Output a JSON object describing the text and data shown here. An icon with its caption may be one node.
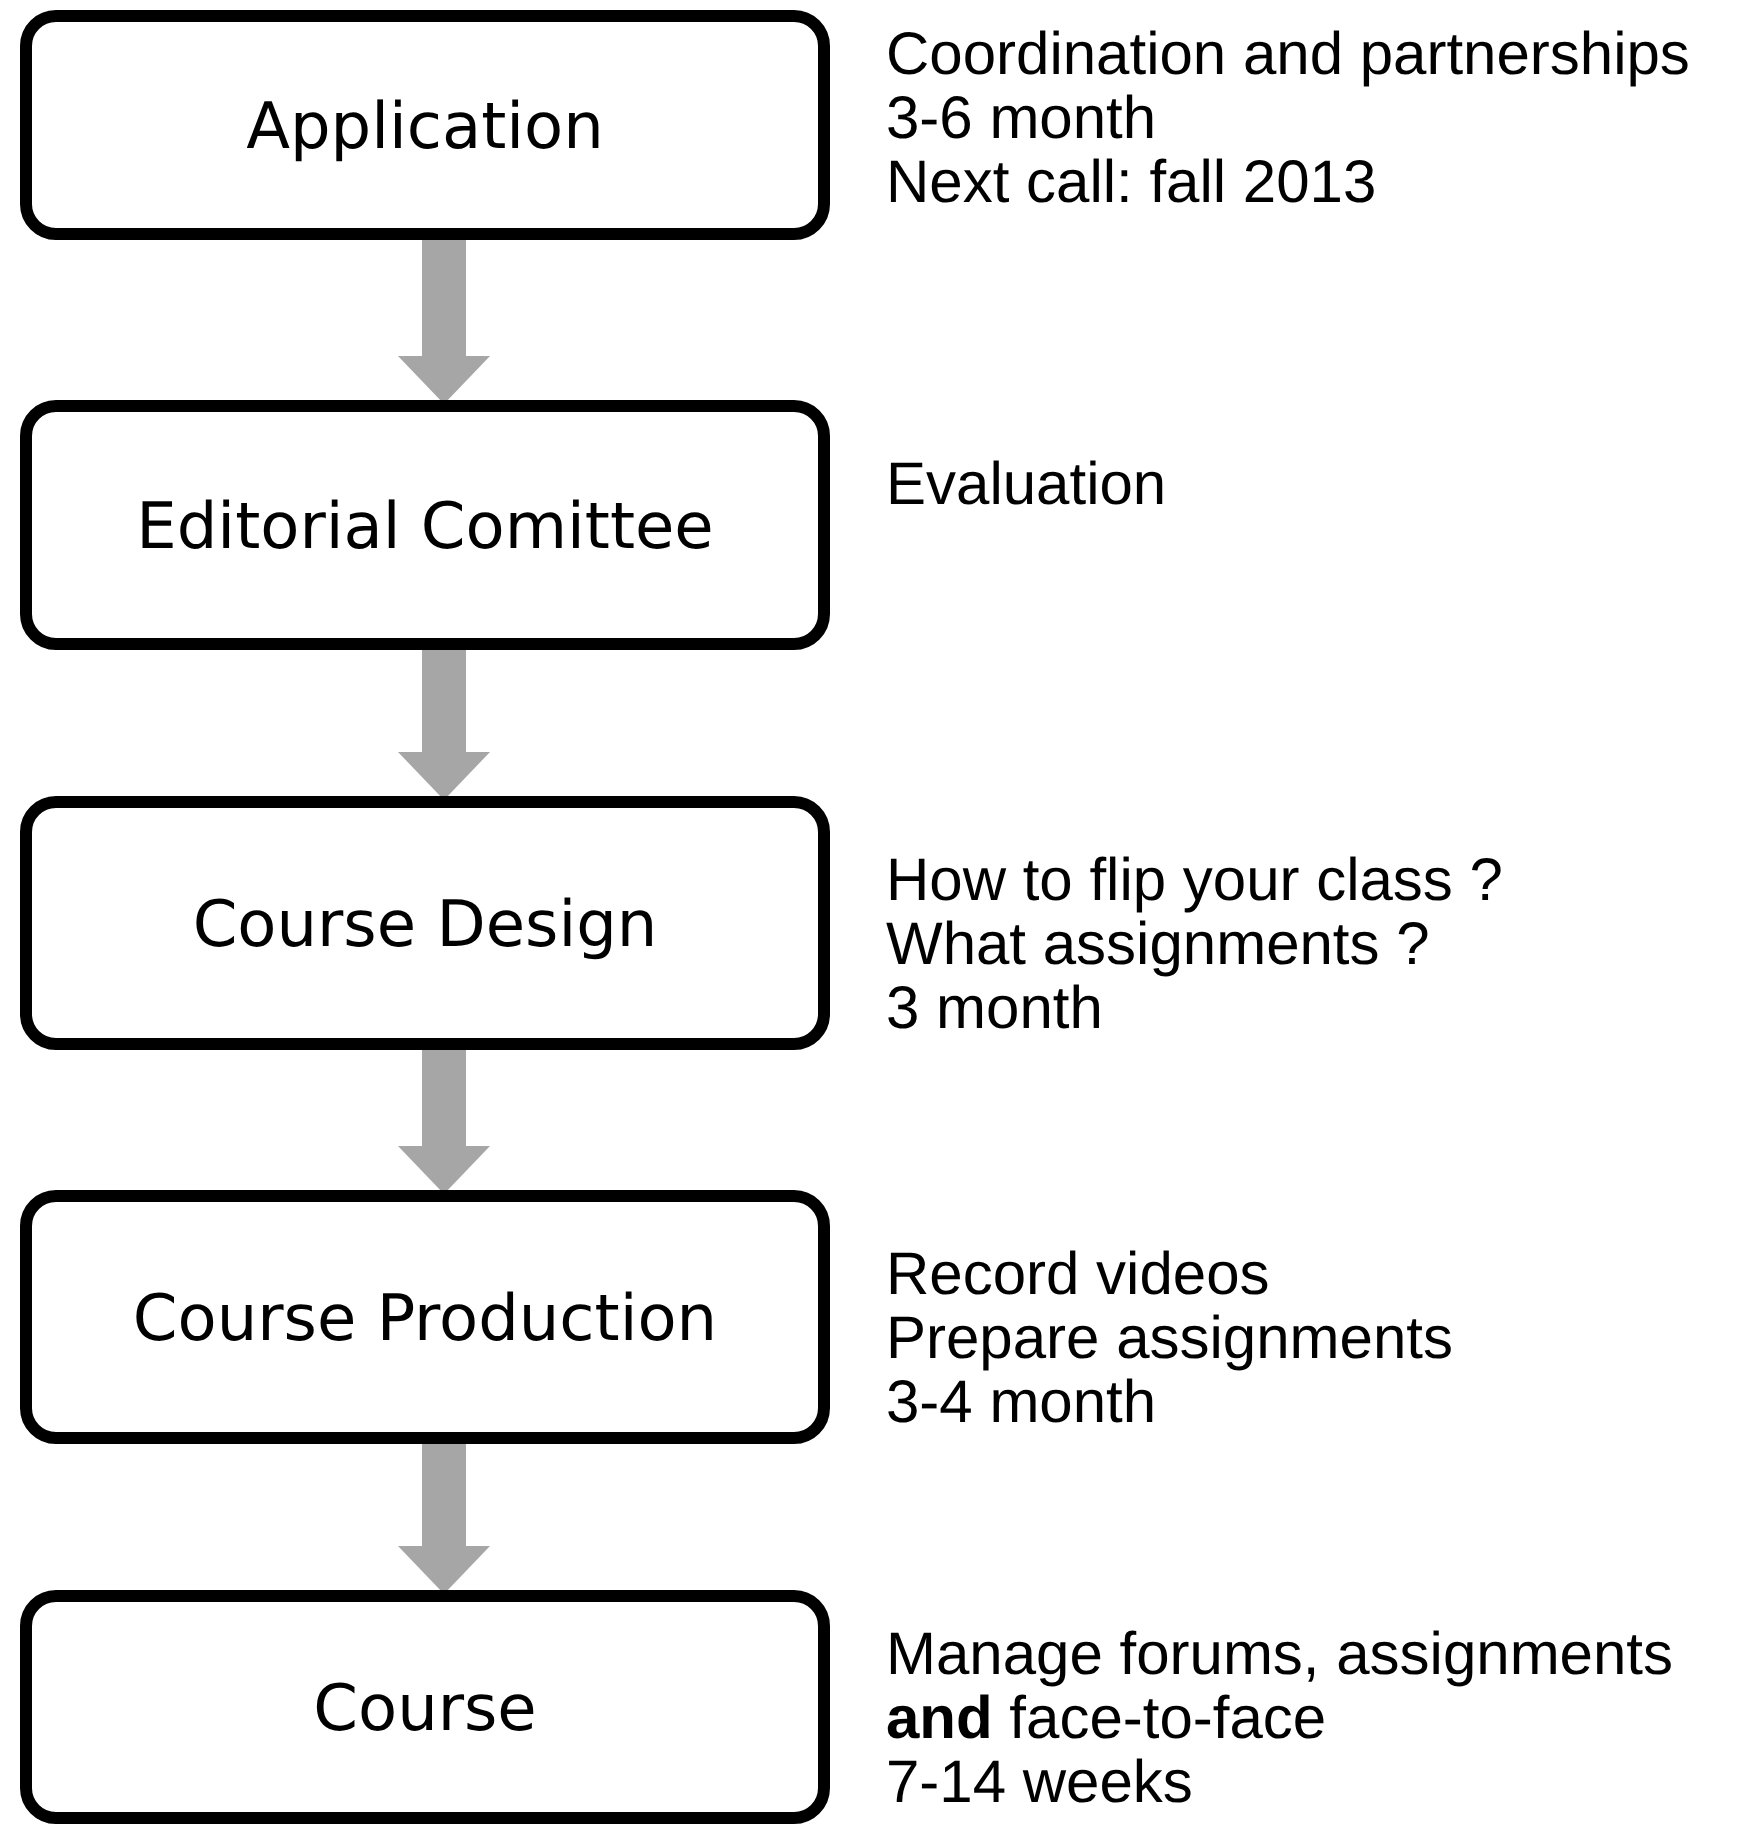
{
  "diagram": {
    "nodes": [
      {
        "text": [
          "Application"
        ],
        "beside": [
          "Coordination and partnerships",
          "3-6 month",
          "Next call: fall 2013"
        ]
      },
      {
        "text": [
          "Editorial Comittee"
        ],
        "beside": [
          "Evaluation"
        ]
      },
      {
        "text": [
          "Course Design"
        ],
        "beside": [
          "How to flip your class ?",
          "What assignments ?",
          "3 month"
        ]
      },
      {
        "text": [
          "Course Production"
        ],
        "beside": [
          "Record videos",
          "Prepare assignments",
          "3-4 month"
        ]
      },
      {
        "text": [
          "Course"
        ],
        "beside": [
          "Manage forums, assignments **and** face-to-face",
          "7-14 weeks"
        ]
      }
    ],
    "edges": [
      {
        "from": 0,
        "to": 1,
        "arrow": "to"
      },
      {
        "from": 1,
        "to": 2,
        "arrow": "to"
      },
      {
        "from": 2,
        "to": 3,
        "arrow": "to"
      },
      {
        "from": 3,
        "to": 4,
        "arrow": "to"
      }
    ]
  }
}
